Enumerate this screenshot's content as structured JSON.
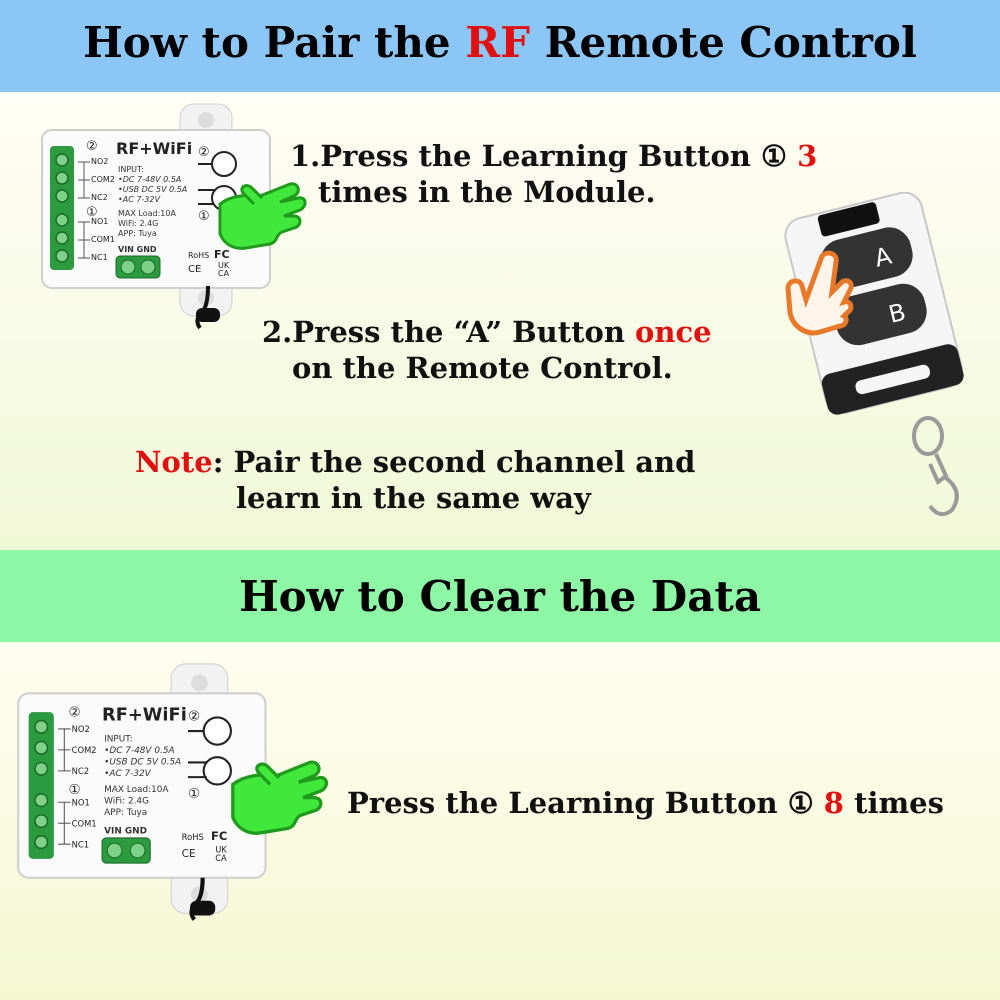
{
  "header1": {
    "prefix": "How to Pair the ",
    "highlight": "RF",
    "suffix": " Remote Control"
  },
  "header2": {
    "title": "How to Clear the Data"
  },
  "module": {
    "brand": "RF+WiFi",
    "input_label": "INPUT:",
    "specs": [
      "•DC 7-48V 0.5A",
      "•USB DC 5V 0.5A",
      "•AC 7-32V"
    ],
    "max_load": "MAX Load:10A",
    "wifi": "WiFi: 2.4G",
    "app": "APP: Tuya",
    "terminals": [
      "NO2",
      "COM2",
      "NC2",
      "NO1",
      "COM1",
      "NC1"
    ],
    "channel_top": "②",
    "channel_bottom": "①",
    "power_label": "VIN GND",
    "cert_rohs": "RoHS",
    "cert_fc": "FC",
    "cert_ce": "CE",
    "cert_ukca_1": "UK",
    "cert_ukca_2": "CA"
  },
  "remote": {
    "button_a": "A",
    "button_b": "B"
  },
  "step1": {
    "line1": "1.Press the Learning Button ① ",
    "count": "3",
    "line2": "times in the Module."
  },
  "step2": {
    "line1": "2.Press the “A” Button ",
    "emph": "once",
    "line2": "on the Remote Control."
  },
  "note": {
    "label": "Note",
    "line1": ": Pair the second channel and",
    "line2": "learn in the same way"
  },
  "clear": {
    "prefix": "Press the Learning Button ① ",
    "count": "8",
    "suffix": " times"
  },
  "colors": {
    "band_top": "#8cc6f6",
    "band_mid": "#8ef7a6",
    "accent_red": "#e01010",
    "terminal_green": "#2c9a3e",
    "hand_green": "#3fe83a",
    "hand_orange": "#e8792a"
  }
}
